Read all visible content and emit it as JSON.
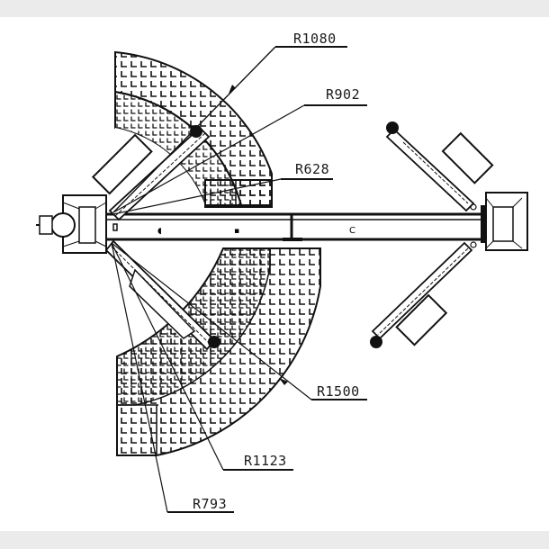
{
  "diagram": {
    "subject": "Two-post lift top view with swing-arm radius dimensions",
    "colors": {
      "background": "#ffffff",
      "frame": "#ebebeb",
      "line": "#111111"
    },
    "labels": {
      "r1080": "R1080",
      "r902": "R902",
      "r628": "R628",
      "r1500": "R1500",
      "r1123": "R1123",
      "r793": "R793"
    },
    "beam_marks": {
      "m1": "◖",
      "m2": "▪",
      "m3": "C"
    }
  }
}
